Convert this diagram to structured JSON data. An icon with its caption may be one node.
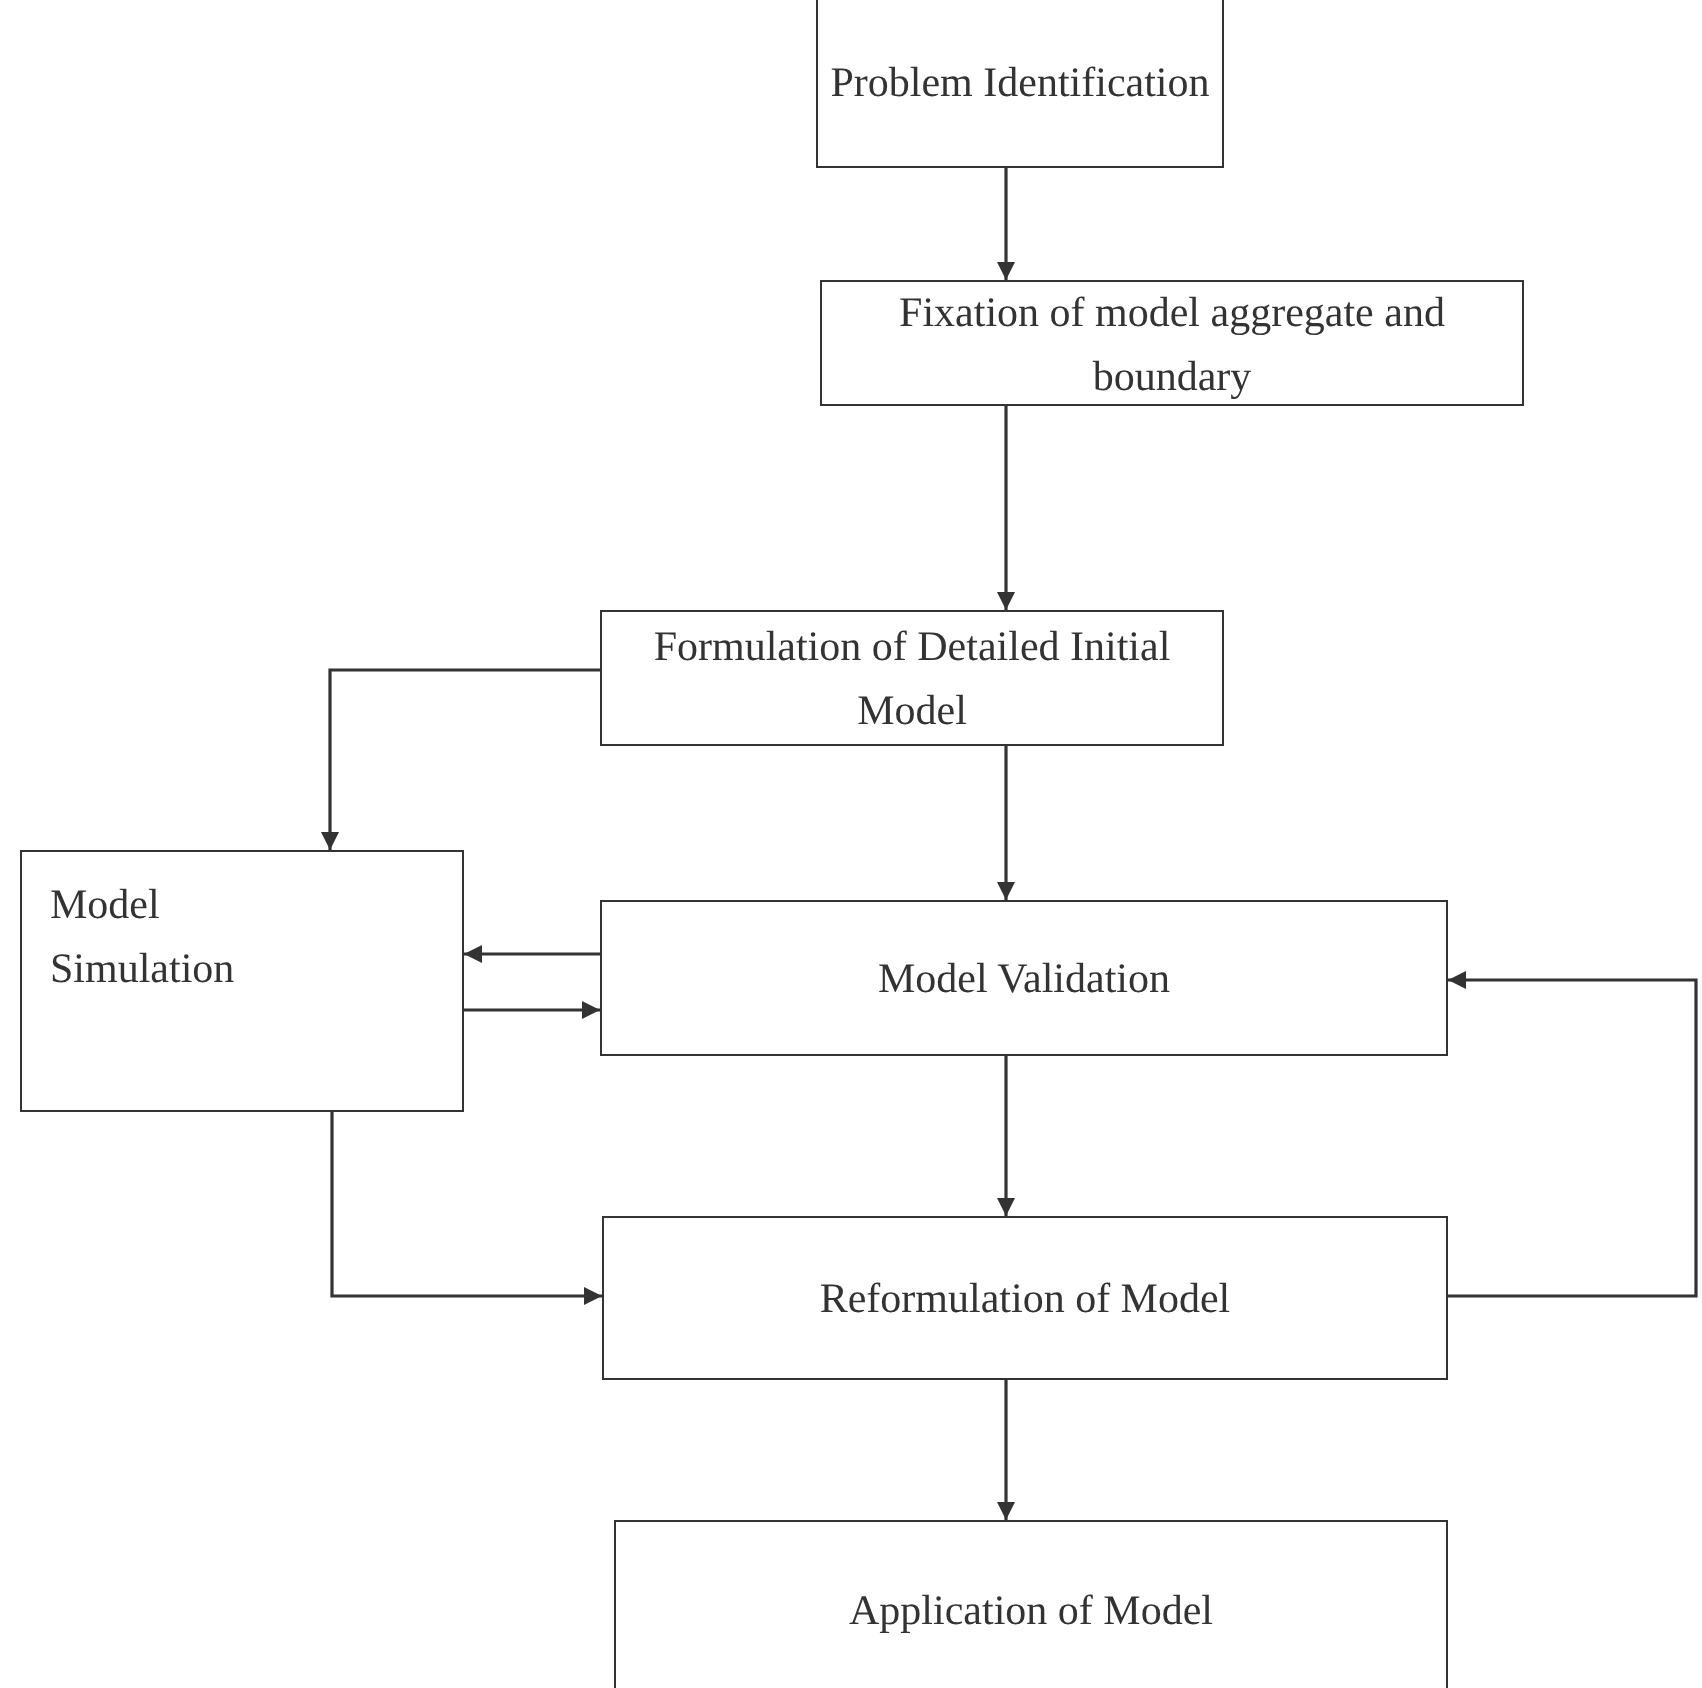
{
  "diagram": {
    "nodes": [
      {
        "text": [
          "Problem Identification"
        ]
      },
      {
        "text": [
          "Fixation of model aggregate and boundary"
        ]
      },
      {
        "text": [
          "Formulation of Detailed Initial Model"
        ]
      },
      {
        "text": [
          "Model Simulation"
        ]
      },
      {
        "text": [
          "Model Validation"
        ]
      },
      {
        "text": [
          "Reformulation of Model"
        ]
      },
      {
        "text": [
          "Application of Model"
        ]
      }
    ],
    "edges": [
      {
        "from": 0,
        "to": 1,
        "arrow": "to"
      },
      {
        "from": 1,
        "to": 2,
        "arrow": "to"
      },
      {
        "from": 2,
        "to": 3,
        "arrow": "to"
      },
      {
        "from": 2,
        "to": 4,
        "arrow": "to"
      },
      {
        "from": 4,
        "to": 3,
        "arrow": "to"
      },
      {
        "from": 3,
        "to": 4,
        "arrow": "to"
      },
      {
        "from": 4,
        "to": 5,
        "arrow": "to"
      },
      {
        "from": 3,
        "to": 5,
        "arrow": "to"
      },
      {
        "from": 5,
        "to": 4,
        "arrow": "to"
      },
      {
        "from": 5,
        "to": 6,
        "arrow": "to"
      }
    ]
  }
}
